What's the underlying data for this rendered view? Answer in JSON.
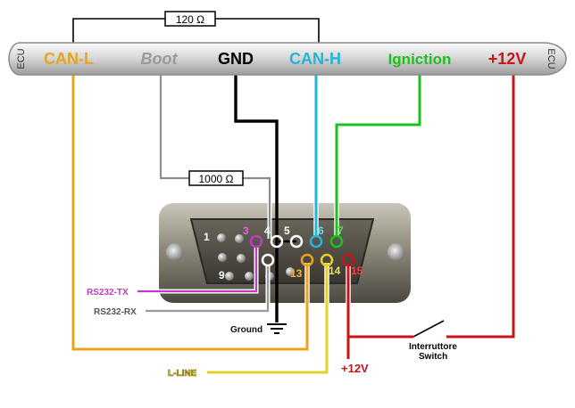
{
  "ecu_bar": {
    "left_label": "ECU",
    "right_label": "ECU",
    "signals": [
      {
        "label": "CAN-L",
        "color": "#e8a51a"
      },
      {
        "label": "Boot",
        "color": "#9a9a9a"
      },
      {
        "label": "GND",
        "color": "#000000"
      },
      {
        "label": "CAN-H",
        "color": "#22b6d8"
      },
      {
        "label": "Igniction",
        "color": "#1ec01e"
      },
      {
        "label": "+12V",
        "color": "#c8131a"
      }
    ]
  },
  "resistors": {
    "can_termination": "120 Ω",
    "boot_pullup": "1000 Ω"
  },
  "connector": {
    "type": "DB15",
    "pin_labels": [
      "1",
      "3",
      "4",
      "5",
      "6",
      "7",
      "9",
      "13",
      "14",
      "15"
    ]
  },
  "wire_labels": {
    "rs232_tx": "RS232-TX",
    "rs232_rx": "RS232-RX",
    "ground": "Ground",
    "l_line": "L-LINE",
    "plus12v": "+12V",
    "switch_it": "Interruttore",
    "switch_en": "Switch"
  },
  "colors": {
    "can_l": "#e8a51a",
    "boot": "#9a9a9a",
    "gnd": "#000000",
    "can_h": "#22b6d8",
    "ignition": "#1ec01e",
    "plus12v": "#c8131a",
    "rs232_tx": "#c03bc3",
    "rs232_rx": "#9a9a9a",
    "l_line": "#e3d12a"
  }
}
